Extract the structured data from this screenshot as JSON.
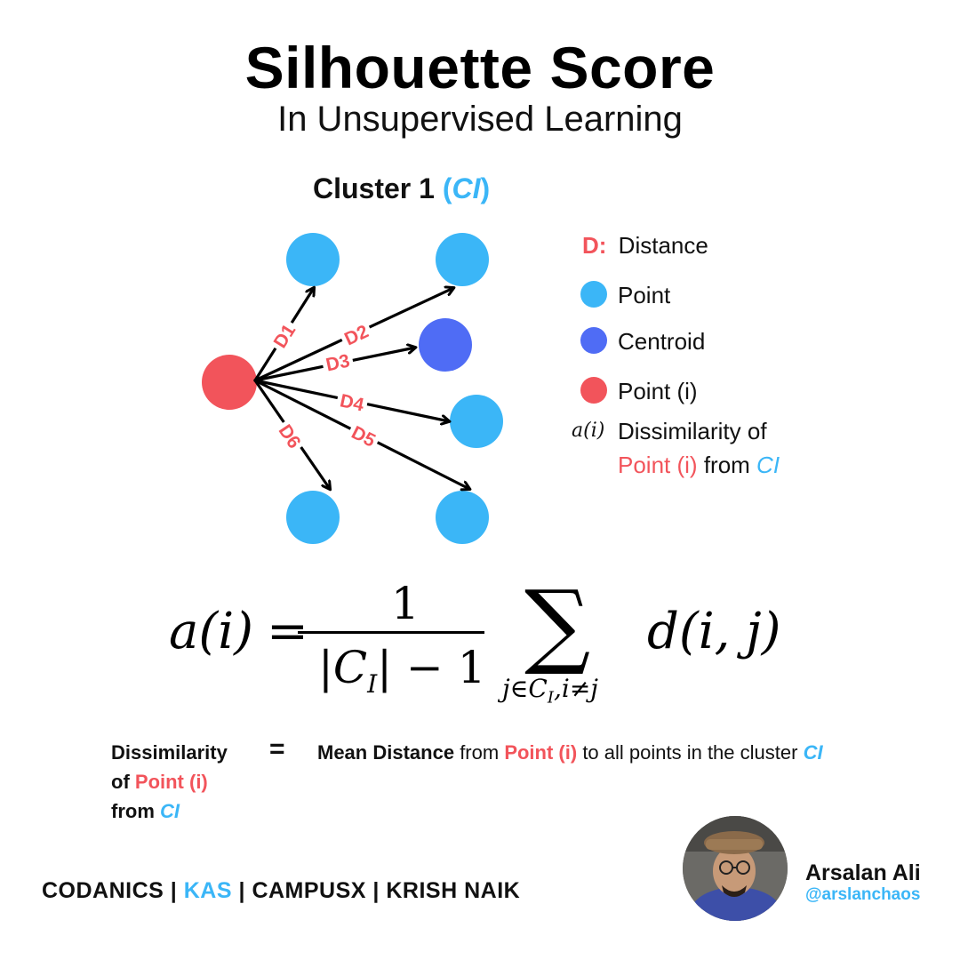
{
  "header": {
    "title": "Silhouette Score",
    "subtitle": "In Unsupervised Learning"
  },
  "cluster": {
    "label": "Cluster 1",
    "tag_open": "(",
    "tag": "CI",
    "tag_close": ")"
  },
  "diagram": {
    "edges": [
      "D1",
      "D2",
      "D3",
      "D4",
      "D5",
      "D6"
    ],
    "node_types": [
      "point",
      "centroid",
      "point (i)"
    ]
  },
  "legend": {
    "distance_key": "D:",
    "distance_label": "Distance",
    "point_label": "Point",
    "centroid_label": "Centroid",
    "point_i_label": "Point (i)",
    "ai_symbol": "a(i)",
    "ai_label_1": "Dissimilarity of",
    "ai_label_2a": "Point (i)",
    "ai_label_2b": "from",
    "ai_label_2c": "CI"
  },
  "formula": {
    "lhs": "a(i)",
    "equals": "=",
    "numerator": "1",
    "denominator": "|C",
    "denominator_sub": "I",
    "denominator_rest": "| − 1",
    "sum_symbol": "∑",
    "sum_subscript": "j∈C",
    "sum_subscript_sub": "I",
    "sum_subscript_rest": ",i≠j",
    "rhs": "d(i, j)"
  },
  "definition": {
    "left_1": "Dissimilarity",
    "left_2a": "of",
    "left_2b": "Point (i)",
    "left_3a": "from",
    "left_3b": "CI",
    "equals": "=",
    "right_1": "Mean Distance",
    "right_2": "from",
    "right_3": "Point (i)",
    "right_4": "to all points in the cluster",
    "right_5": "CI"
  },
  "footer": {
    "codanics": "CODANICS",
    "sep1": "|",
    "kas": "KAS",
    "sep2": "|",
    "campusx": "CAMPUSX",
    "sep3": "|",
    "krish": "KRISH NAIK"
  },
  "author": {
    "name": "Arsalan Ali",
    "handle": "@arslanchaos"
  },
  "colors": {
    "point": "#3bb6f7",
    "centroid": "#4f6cf5",
    "point_i": "#f2545b",
    "arrow": "#000000",
    "accent_red": "#f2545b",
    "accent_blue": "#3bb6f7"
  }
}
